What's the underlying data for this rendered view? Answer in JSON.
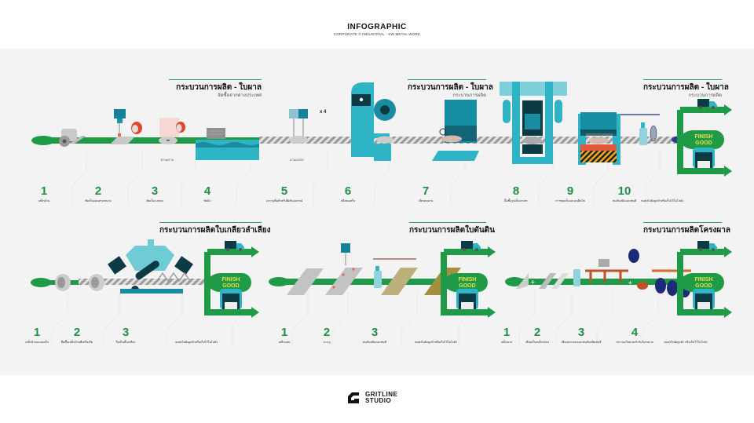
{
  "header": {
    "title": "INFOGRAPHIC",
    "subtitle": "CORPORATE © INDUSTRIAL - KW METAL WORK"
  },
  "colors": {
    "green": "#1f9a47",
    "teal": "#2fb4c6",
    "dark_teal": "#0f7f92",
    "finish_text": "#e8e04a",
    "background": "#f3f3f3"
  },
  "finish": {
    "line1": "FINISH",
    "line2": "GOOD"
  },
  "row1": {
    "sections": [
      {
        "title": "กระบวนการผลิต - ใบผาล",
        "subtitle": "จัดซื้อจากต่างประเทศ"
      },
      {
        "title": "กระบวนการผลิต - ใบผาล",
        "subtitle": "กระบวนการผลิต"
      },
      {
        "title": "กระบวนการผลิต - ใบผาล",
        "subtitle": "กระบวนการผลิต"
      }
    ],
    "captions": [
      "ผานพรวน",
      "ผานบุกเบิก"
    ],
    "multiplier": "x 4",
    "steps": [
      {
        "num": "1",
        "label": "เหล็กม้วน"
      },
      {
        "num": "2",
        "label": "ตัดเป็นแผ่นตามขนาด"
      },
      {
        "num": "3",
        "label": "ตัดเป็นวงกลม"
      },
      {
        "num": "4",
        "label": "ขัดผิว"
      },
      {
        "num": "5",
        "label": "เจาะรูเพื่อสำหรับยึดกับอุปกรณ์"
      },
      {
        "num": "6",
        "label": "กลึงคมเสร็จ"
      },
      {
        "num": "7",
        "label": "เจียรคมผาน"
      },
      {
        "num": "8",
        "label": "ปั๊มขึ้นรูปเป็นกระทะ"
      },
      {
        "num": "9",
        "label": "การชุบแข็งและอบคืนไฟ"
      },
      {
        "num": "10",
        "label": "พ่นกันสนิมและพ่นสี"
      },
      {
        "num": "",
        "label": "ขนส่งไปยังลูกค้าหรือเก็บไว้ในโกดัง"
      }
    ]
  },
  "row2": {
    "left": {
      "title": "กระบวนการผลิตใบเกลียวลำเลียง",
      "steps": [
        {
          "num": "1",
          "label": "เหล็กม้วนแบนเหล็ก"
        },
        {
          "num": "2",
          "label": "ยึดขึ้นเหล็กม้วนที่เครื่องรีด"
        },
        {
          "num": "3",
          "label": "รีดเป็นขั้นเกลียว"
        },
        {
          "num": "",
          "label": "ขนส่งไปยังลูกค้าหรือเก็บไว้ในโกดัง"
        }
      ]
    },
    "middle": {
      "title": "กระบวนการผลิตใบดันดิน",
      "steps": [
        {
          "num": "1",
          "label": "เหล็กแผ่น"
        },
        {
          "num": "2",
          "label": "เจาะรู"
        },
        {
          "num": "3",
          "label": "พ่นกันสนิมและพ่นสี"
        },
        {
          "num": "",
          "label": "ขนส่งไปยังลูกค้าหรือเก็บไว้ในโกดัง"
        }
      ]
    },
    "right": {
      "title": "กระบวนการผลิตโครงผาล",
      "steps": [
        {
          "num": "1",
          "label": "เหล็กฉาก"
        },
        {
          "num": "2",
          "label": "เชื่อมเป็นเหล็กกล่อง"
        },
        {
          "num": "3",
          "label": "เชื่อมประกอบและพ่นกันสนิมพ่นสี"
        },
        {
          "num": "4",
          "label": "ประกอบใบผาลเข้ากับโครงผาล"
        },
        {
          "num": "",
          "label": "ขนส่งไปยังลูกค้า หรือเก็บไว้ในโกดัง"
        }
      ]
    }
  },
  "footer": {
    "logo_line1": "GRITLINE",
    "logo_line2": "STUDIO"
  }
}
